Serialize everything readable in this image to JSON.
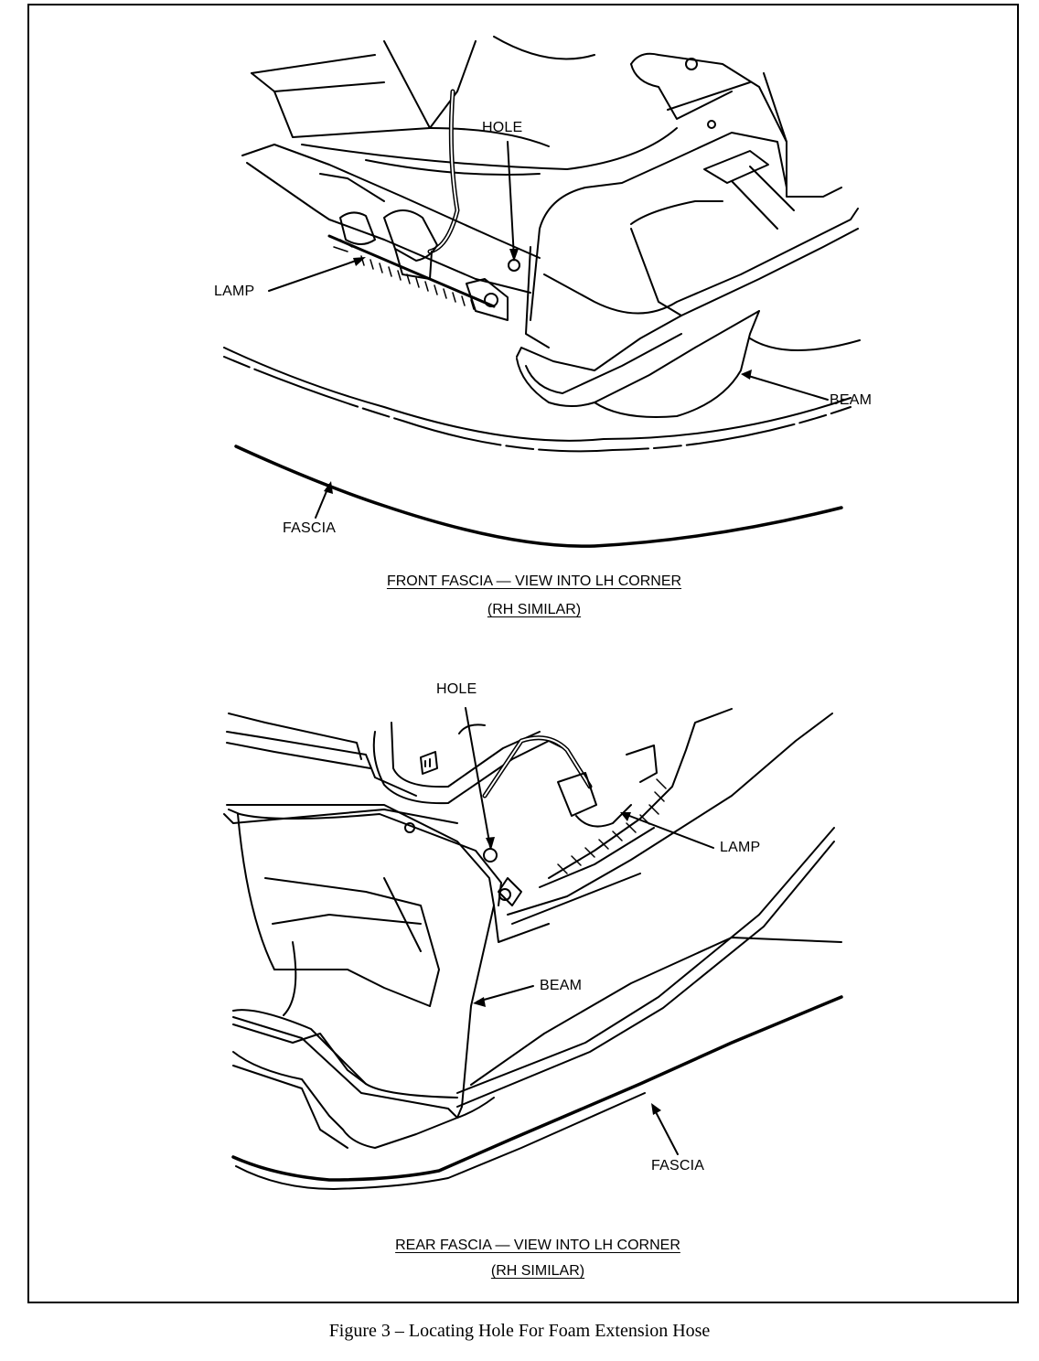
{
  "top_view": {
    "labels": {
      "hole": "HOLE",
      "lamp": "LAMP",
      "beam": "BEAM",
      "fascia": "FASCIA"
    },
    "caption_line1": "FRONT FASCIA — VIEW INTO LH CORNER",
    "caption_line2": "(RH SIMILAR)"
  },
  "bottom_view": {
    "labels": {
      "hole": "HOLE",
      "lamp": "LAMP",
      "beam": "BEAM",
      "fascia": "FASCIA"
    },
    "caption_line1": "REAR FASCIA — VIEW INTO LH CORNER",
    "caption_line2": "(RH SIMILAR)"
  },
  "figure_caption": "Figure 3 – Locating Hole For Foam Extension Hose"
}
